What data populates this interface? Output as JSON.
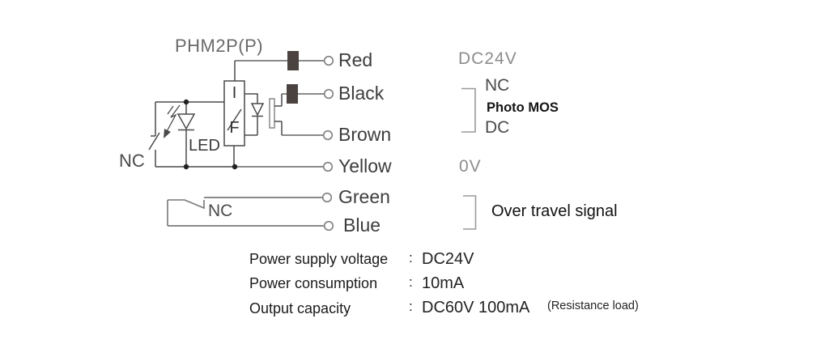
{
  "title": "PHM2P(P)",
  "component_labels": {
    "interface_top": "I",
    "interface_bottom": "F",
    "led": "LED",
    "nc_contact_upper": "NC",
    "nc_contact_lower": "NC"
  },
  "wires": [
    {
      "label": "Red"
    },
    {
      "label": "Black"
    },
    {
      "label": "Brown"
    },
    {
      "label": "Yellow"
    },
    {
      "label": "Green"
    },
    {
      "label": "Blue"
    }
  ],
  "annotations": {
    "power_rail": "DC24V",
    "output_lines": [
      "NC",
      "Photo MOS",
      "DC"
    ],
    "ground_rail": "0V",
    "signal_label": "Over travel signal"
  },
  "specs": {
    "rows": [
      {
        "label": "Power supply voltage",
        "colon": ":",
        "value": "DC24V",
        "note": ""
      },
      {
        "label": "Power consumption",
        "colon": ":",
        "value": "10mA",
        "note": ""
      },
      {
        "label": "Output capacity",
        "colon": ":",
        "value": "DC60V 100mA",
        "note": "(Resistance load)"
      }
    ]
  },
  "colors": {
    "circuit_stroke": "#4a4a4a",
    "lead_stroke": "#8a8a8a",
    "block_fill": "#4a4340",
    "bracket_stroke": "#9a9a9a",
    "muted_text": "#8c8c8c",
    "dark_text": "#1a1a1a"
  }
}
